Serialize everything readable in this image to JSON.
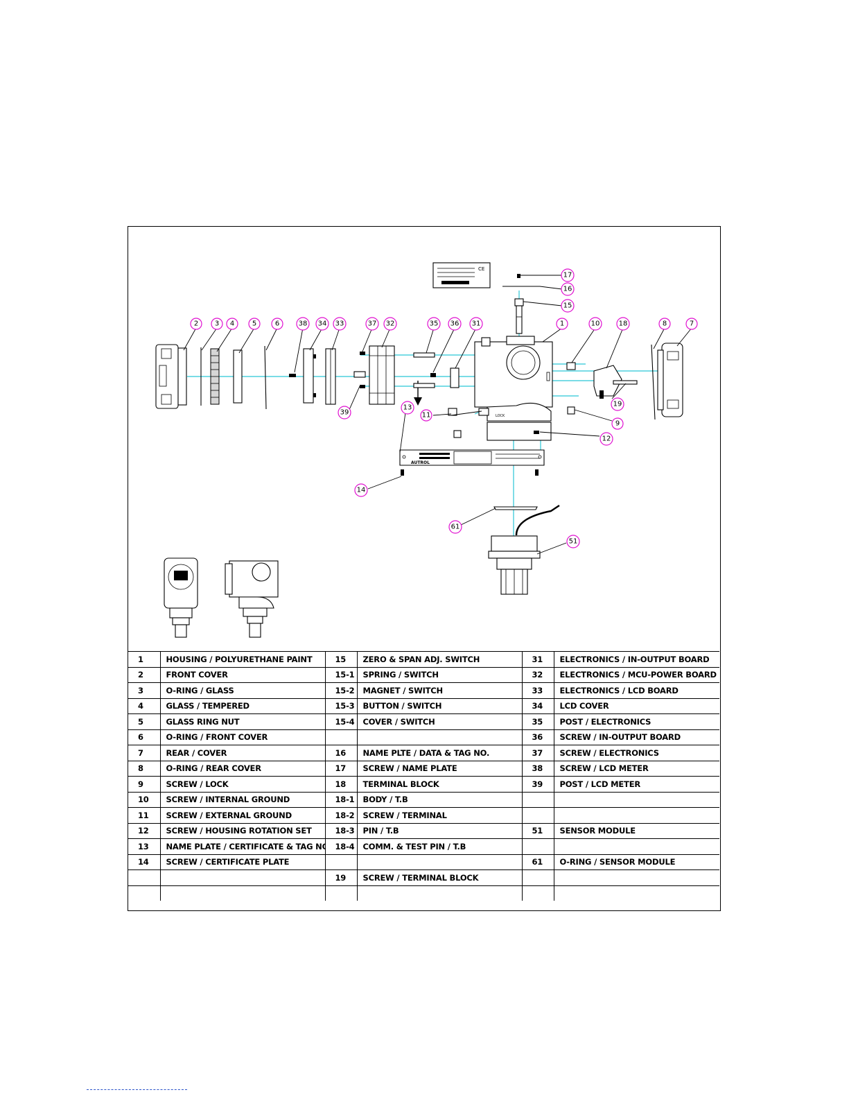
{
  "diagram": {
    "callouts": [
      {
        "id": "c2",
        "label": "2"
      },
      {
        "id": "c3",
        "label": "3"
      },
      {
        "id": "c4",
        "label": "4"
      },
      {
        "id": "c5",
        "label": "5"
      },
      {
        "id": "c6",
        "label": "6"
      },
      {
        "id": "c38",
        "label": "38"
      },
      {
        "id": "c34",
        "label": "34"
      },
      {
        "id": "c33",
        "label": "33"
      },
      {
        "id": "c37",
        "label": "37"
      },
      {
        "id": "c32",
        "label": "32"
      },
      {
        "id": "c35",
        "label": "35"
      },
      {
        "id": "c36",
        "label": "36"
      },
      {
        "id": "c31",
        "label": "31"
      },
      {
        "id": "c1",
        "label": "1"
      },
      {
        "id": "c10",
        "label": "10"
      },
      {
        "id": "c18",
        "label": "18"
      },
      {
        "id": "c8",
        "label": "8"
      },
      {
        "id": "c7",
        "label": "7"
      },
      {
        "id": "c17",
        "label": "17"
      },
      {
        "id": "c16",
        "label": "16"
      },
      {
        "id": "c15",
        "label": "15"
      },
      {
        "id": "c39",
        "label": "39"
      },
      {
        "id": "c13",
        "label": "13"
      },
      {
        "id": "c11",
        "label": "11"
      },
      {
        "id": "c19",
        "label": "19"
      },
      {
        "id": "c9",
        "label": "9"
      },
      {
        "id": "c12",
        "label": "12"
      },
      {
        "id": "c14",
        "label": "14"
      },
      {
        "id": "c61",
        "label": "61"
      },
      {
        "id": "c51",
        "label": "51"
      }
    ],
    "plate_brand": "AUTROL"
  },
  "parts_table": {
    "rows": [
      [
        [
          "1",
          "HOUSING / POLYURETHANE PAINT"
        ],
        [
          "15",
          "ZERO & SPAN ADJ. SWITCH"
        ],
        [
          "31",
          "ELECTRONICS / IN-OUTPUT BOARD"
        ]
      ],
      [
        [
          "2",
          "FRONT COVER"
        ],
        [
          "15-1",
          "SPRING / SWITCH"
        ],
        [
          "32",
          "ELECTRONICS / MCU-POWER BOARD"
        ]
      ],
      [
        [
          "3",
          "O-RING / GLASS"
        ],
        [
          "15-2",
          "MAGNET / SWITCH"
        ],
        [
          "33",
          "ELECTRONICS / LCD BOARD"
        ]
      ],
      [
        [
          "4",
          "GLASS / TEMPERED"
        ],
        [
          "15-3",
          "BUTTON / SWITCH"
        ],
        [
          "34",
          "LCD COVER"
        ]
      ],
      [
        [
          "5",
          "GLASS RING NUT"
        ],
        [
          "15-4",
          "COVER / SWITCH"
        ],
        [
          "35",
          "POST / ELECTRONICS"
        ]
      ],
      [
        [
          "6",
          "O-RING / FRONT COVER"
        ],
        [
          "",
          ""
        ],
        [
          "36",
          "SCREW / IN-OUTPUT BOARD"
        ]
      ],
      [
        [
          "7",
          "REAR / COVER"
        ],
        [
          "16",
          "NAME PLTE / DATA & TAG NO."
        ],
        [
          "37",
          "SCREW / ELECTRONICS"
        ]
      ],
      [
        [
          "8",
          "O-RING / REAR COVER"
        ],
        [
          "17",
          "SCREW / NAME PLATE"
        ],
        [
          "38",
          "SCREW / LCD METER"
        ]
      ],
      [
        [
          "9",
          "SCREW / LOCK"
        ],
        [
          "18",
          "TERMINAL BLOCK"
        ],
        [
          "39",
          "POST / LCD METER"
        ]
      ],
      [
        [
          "10",
          "SCREW / INTERNAL GROUND"
        ],
        [
          "18-1",
          "BODY / T.B"
        ],
        [
          "",
          ""
        ]
      ],
      [
        [
          "11",
          "SCREW / EXTERNAL GROUND"
        ],
        [
          "18-2",
          "SCREW / TERMINAL"
        ],
        [
          "",
          ""
        ]
      ],
      [
        [
          "12",
          "SCREW / HOUSING ROTATION SET"
        ],
        [
          "18-3",
          "PIN / T.B"
        ],
        [
          "51",
          "SENSOR MODULE"
        ]
      ],
      [
        [
          "13",
          "NAME PLATE / CERTIFICATE & TAG NO."
        ],
        [
          "18-4",
          "COMM. & TEST PIN / T.B"
        ],
        [
          "",
          ""
        ]
      ],
      [
        [
          "14",
          "SCREW / CERTIFICATE PLATE"
        ],
        [
          "",
          ""
        ],
        [
          "61",
          "O-RING / SENSOR MODULE"
        ]
      ],
      [
        [
          "",
          ""
        ],
        [
          "19",
          "SCREW / TERMINAL BLOCK"
        ],
        [
          "",
          ""
        ]
      ],
      [
        [
          "",
          ""
        ],
        [
          "",
          ""
        ],
        [
          "",
          ""
        ]
      ]
    ]
  }
}
